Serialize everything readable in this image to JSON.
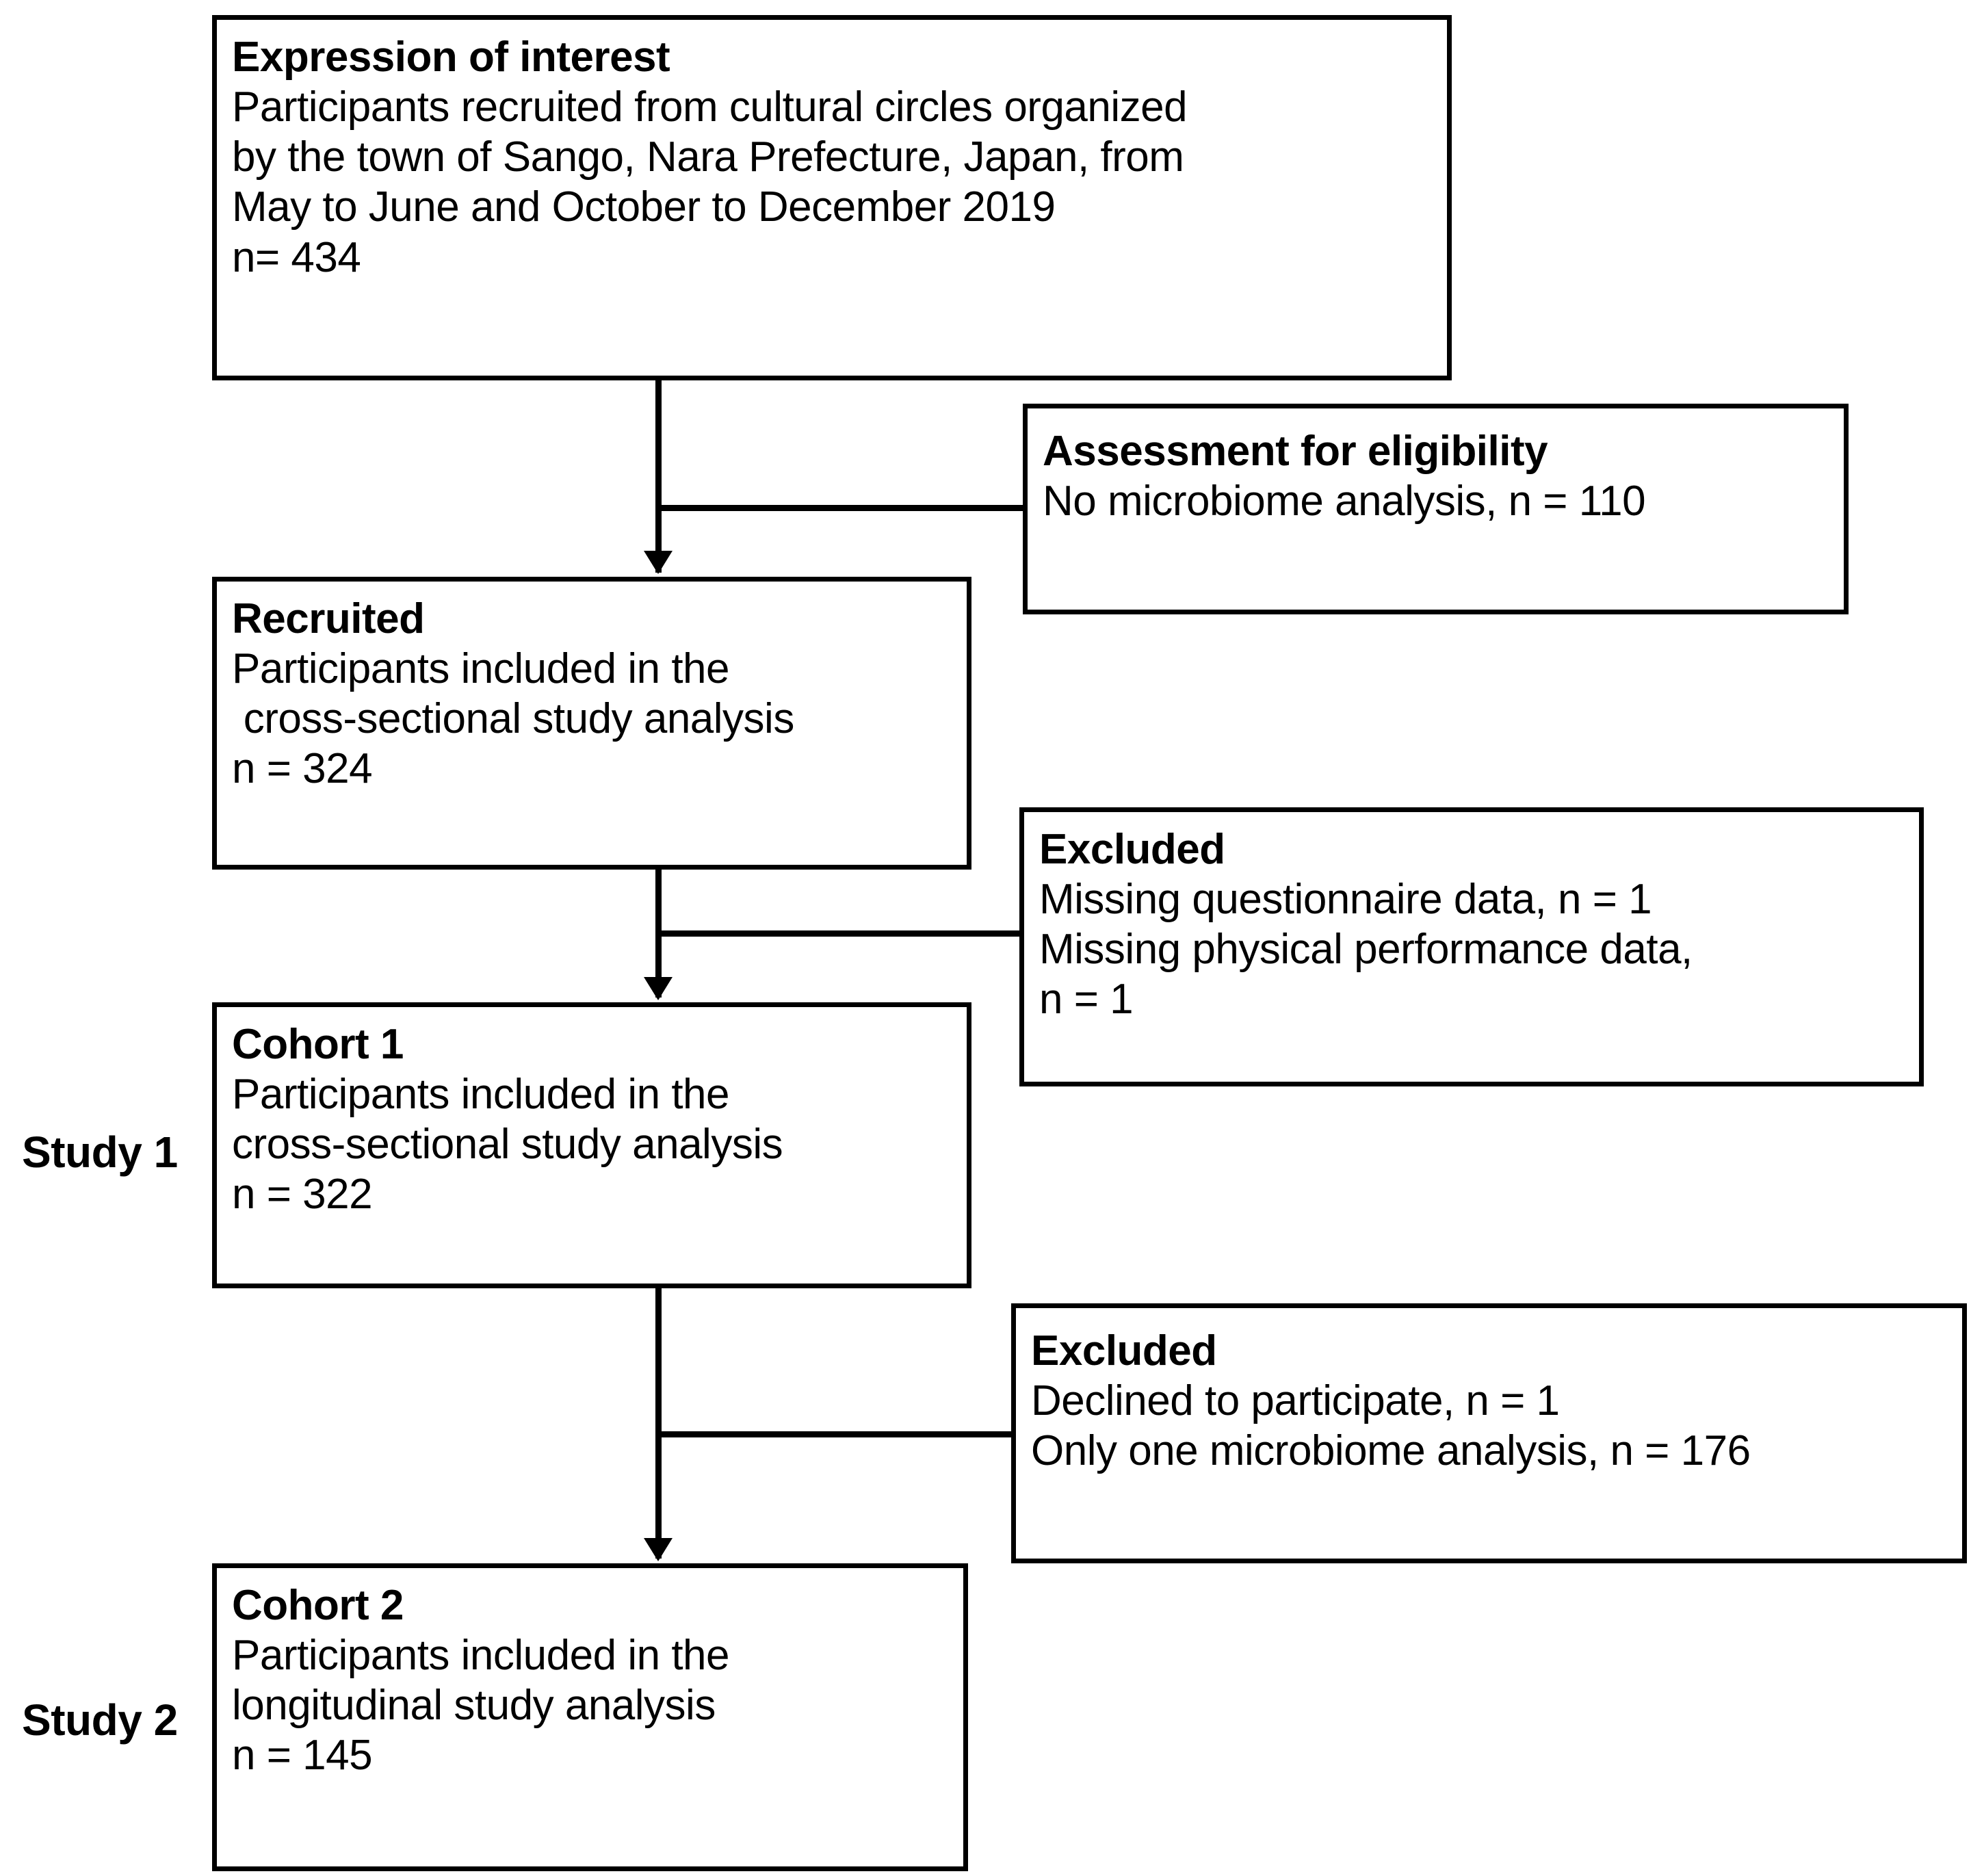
{
  "figure": {
    "type": "participant-flow-diagram",
    "boxes": [
      {
        "id": "expression-of-interest",
        "title": "Expression of interest",
        "lines": [
          "Participants recruited from cultural circles organized",
          "by the town of Sango, Nara Prefecture, Japan, from",
          "May to June and October to December 2019",
          "n= 434"
        ],
        "n": 434
      },
      {
        "id": "assessment-for-eligibility",
        "title": "Assessment for eligibility",
        "lines": [
          "No microbiome analysis, n = 110"
        ],
        "n": 110
      },
      {
        "id": "recruited",
        "title": "Recruited",
        "lines": [
          "Participants included in the",
          " cross-sectional study analysis",
          "n = 324"
        ],
        "n": 324
      },
      {
        "id": "excluded-1",
        "title": "Excluded",
        "lines": [
          "Missing questionnaire data, n = 1",
          "Missing physical performance data,",
          "n = 1"
        ]
      },
      {
        "id": "cohort-1",
        "title": "Cohort 1",
        "lines": [
          "Participants included in the",
          "cross-sectional study analysis",
          "n = 322"
        ],
        "n": 322
      },
      {
        "id": "excluded-2",
        "title": "Excluded",
        "lines": [
          "Declined to participate, n = 1",
          "Only one microbiome analysis, n = 176"
        ]
      },
      {
        "id": "cohort-2",
        "title": "Cohort 2",
        "lines": [
          "Participants included in the",
          "longitudinal study analysis",
          "n = 145"
        ],
        "n": 145
      }
    ],
    "side_labels": [
      {
        "id": "study-1",
        "text": "Study 1"
      },
      {
        "id": "study-2",
        "text": "Study 2"
      }
    ],
    "colors": {
      "stroke": "#000000",
      "fill": "#ffffff",
      "text": "#000000"
    }
  }
}
